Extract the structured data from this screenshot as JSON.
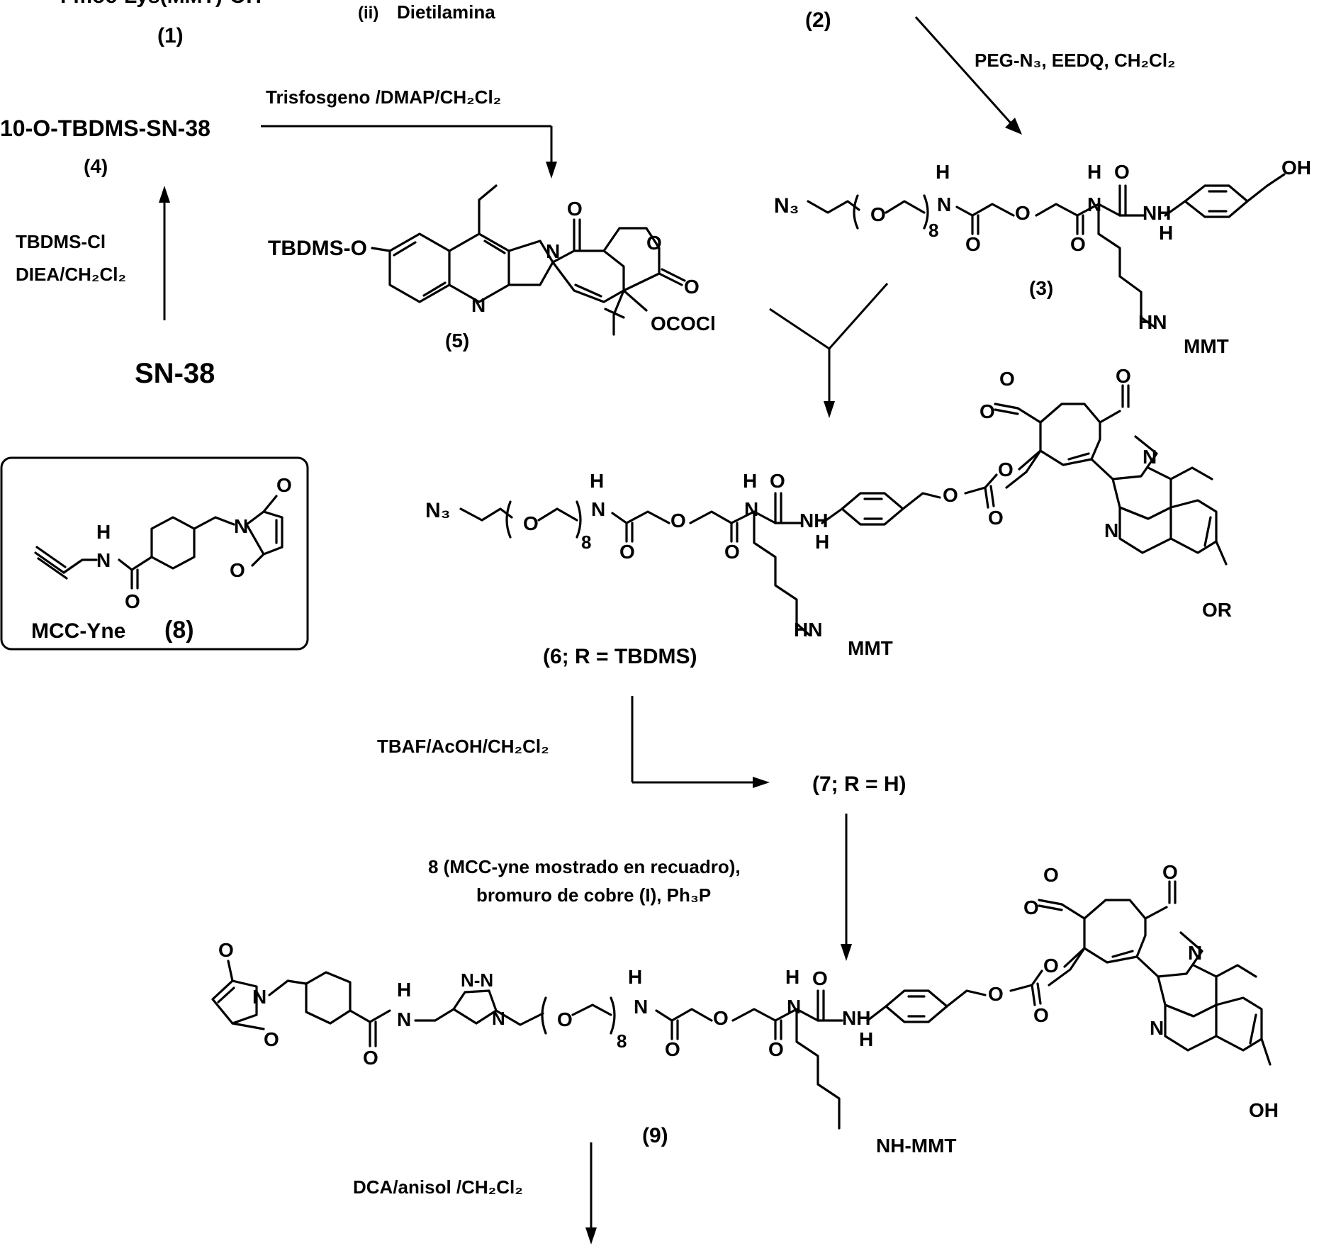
{
  "compounds": {
    "c1": {
      "name": "Fmoc-Lys(MMT)-OH",
      "number": "(1)"
    },
    "c2": {
      "number": "(2)"
    },
    "c3": {
      "number": "(3)"
    },
    "c4": {
      "name": "10-O-TBDMS-SN-38",
      "number": "(4)"
    },
    "c5": {
      "number": "(5)"
    },
    "c6": {
      "label": "(6; R = TBDMS)"
    },
    "c7": {
      "label": "(7; R = H)"
    },
    "c8": {
      "name": "MCC-Yne",
      "number": "(8)"
    },
    "c9": {
      "number": "(9)"
    },
    "sn38": {
      "name": "SN-38"
    }
  },
  "reagents": {
    "step_ii": "(ii)",
    "step_ii_reagent": "Dietilamina",
    "peg": "PEG-N₃, EEDQ, CH₂Cl₂",
    "trisfosgeno": "Trisfosgeno /DMAP/CH₂Cl₂",
    "tbdms_1": "TBDMS-Cl",
    "tbdms_2": "DIEA/CH₂Cl₂",
    "tbaf": "TBAF/AcOH/CH₂Cl₂",
    "click_1": "8 (MCC-yne mostrado en recuadro),",
    "click_2": "bromuro de cobre (I), Ph₃P",
    "dca": "DCA/anisol /CH₂Cl₂"
  },
  "atoms": {
    "n3": "N₃",
    "o": "O",
    "oh": "OH",
    "n": "N",
    "nh": "NH",
    "h": "H",
    "hn": "HN",
    "mmt": "MMT",
    "nh_mmt": "NH-MMT",
    "eight": "8",
    "or": "OR",
    "tbdms_o": "TBDMS-O",
    "ococl": "OCOCl",
    "o_dash": "O",
    "triazole_n": "N-N"
  }
}
